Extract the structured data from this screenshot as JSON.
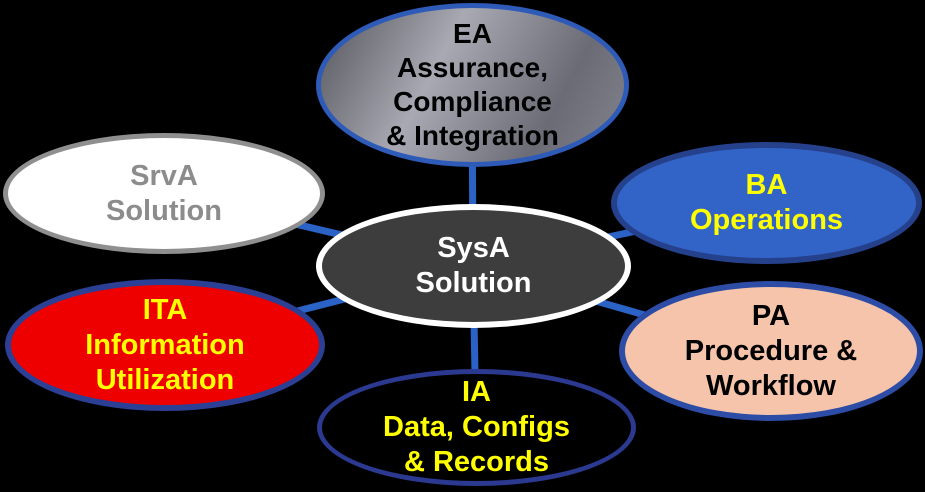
{
  "diagram": {
    "background": "#000000",
    "connector_color": "#2A62C6"
  },
  "nodes": {
    "sysa": {
      "label_lines": [
        "SysA",
        "Solution"
      ],
      "fill": "#3D3D3D",
      "border": "#FFFFFF",
      "text_color": "#FFFFFF"
    },
    "ea": {
      "label_lines": [
        "EA",
        "Assurance,",
        "Compliance",
        "& Integration"
      ],
      "fill": "linear-gradient(118deg, #54545b 0%, #a9a9b3 38%, #6b6b75 75%, #84848e 100%)",
      "border": "#2E5BB8",
      "text_color": "#000000"
    },
    "srva": {
      "label_lines": [
        "SrvA",
        "Solution"
      ],
      "fill": "#FFFFFF",
      "border": "#8F8F8F",
      "text_color": "#8C8C8C"
    },
    "ba": {
      "label_lines": [
        "BA",
        "Operations"
      ],
      "fill": "#3264C8",
      "border": "#26418C",
      "text_color": "#FFFF00"
    },
    "ita": {
      "label_lines": [
        "ITA",
        "Information",
        "Utilization"
      ],
      "fill": "#EE0000",
      "border": "#2B3F94",
      "text_color": "#FFFF00"
    },
    "pa": {
      "label_lines": [
        "PA",
        "Procedure &",
        "Workflow"
      ],
      "fill": "#F5C4AA",
      "border": "#2C4CA5",
      "text_color": "#000000"
    },
    "ia": {
      "label_lines": [
        "IA",
        "Data, Configs",
        "& Records"
      ],
      "fill": "#000000",
      "border": "#2B3990",
      "text_color": "#FFFF00"
    }
  }
}
